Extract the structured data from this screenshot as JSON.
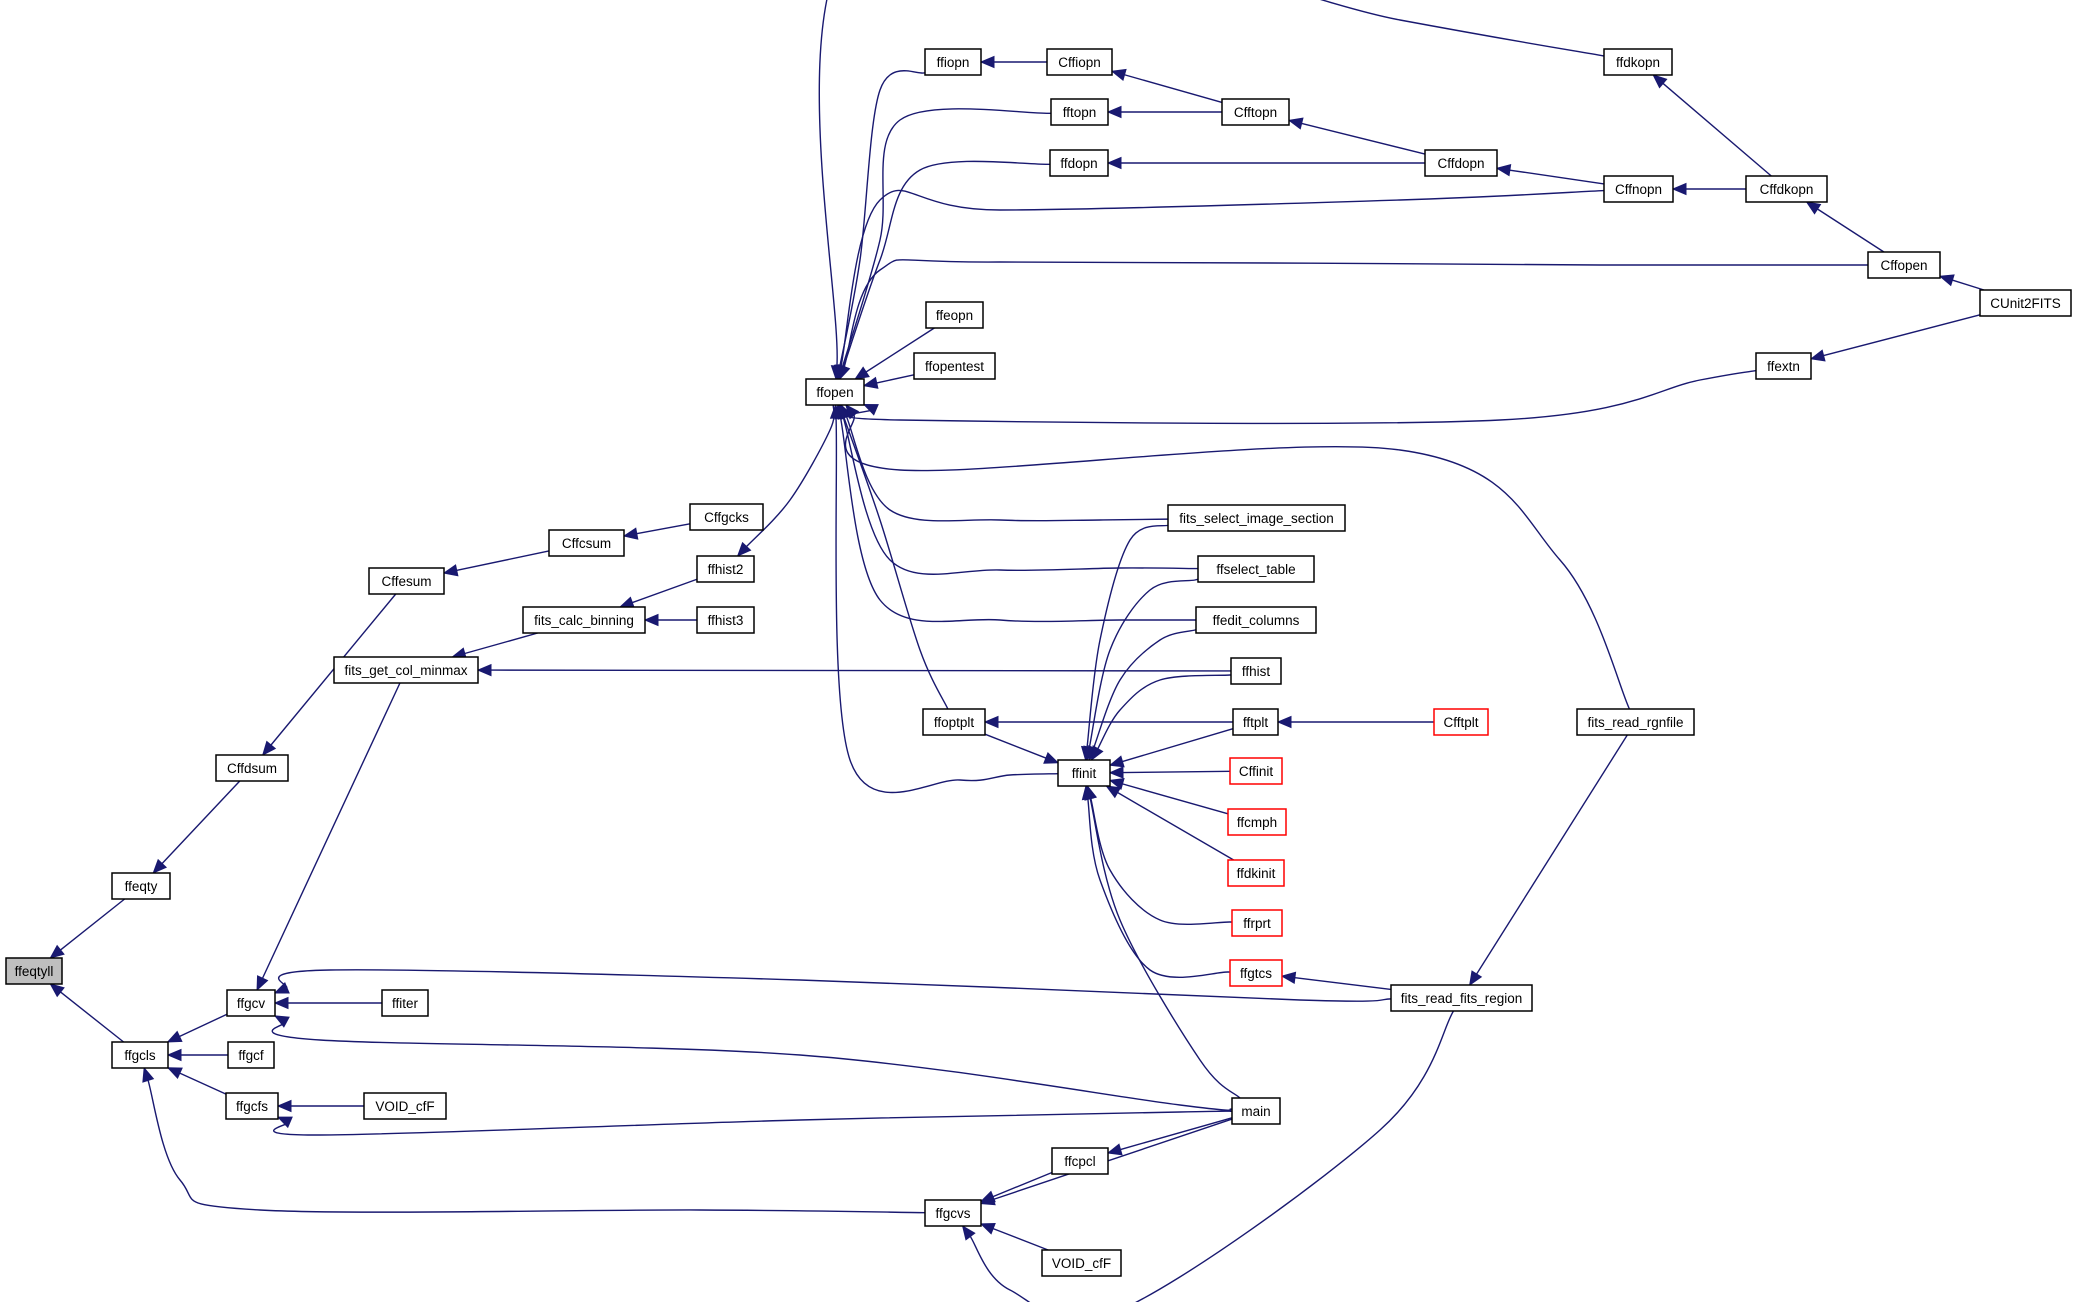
{
  "colors": {
    "edge": "#191970",
    "node_border": "#000000",
    "truncated_border": "#ff0000",
    "current_fill": "#bfbfbf",
    "background": "#ffffff"
  },
  "nodes": {
    "ffeqtyll": {
      "label": "ffeqtyll",
      "current": true
    },
    "ffeqty": {
      "label": "ffeqty"
    },
    "ffgcls": {
      "label": "ffgcls"
    },
    "cffdsum": {
      "label": "Cffdsum"
    },
    "cffesum": {
      "label": "Cffesum"
    },
    "cffcsum": {
      "label": "Cffcsum"
    },
    "cffgcks": {
      "label": "Cffgcks"
    },
    "fits_get_col_minmax": {
      "label": "fits_get_col_minmax"
    },
    "fits_calc_binning": {
      "label": "fits_calc_binning"
    },
    "ffhist2": {
      "label": "ffhist2"
    },
    "ffhist3": {
      "label": "ffhist3"
    },
    "ffgcv": {
      "label": "ffgcv"
    },
    "ffgcf": {
      "label": "ffgcf"
    },
    "ffgcfs": {
      "label": "ffgcfs"
    },
    "ffiter": {
      "label": "ffiter"
    },
    "void_cff_1": {
      "label": "VOID_cfF"
    },
    "ffgcvs": {
      "label": "ffgcvs"
    },
    "void_cff_2": {
      "label": "VOID_cfF"
    },
    "ffcpcl": {
      "label": "ffcpcl"
    },
    "main": {
      "label": "main"
    },
    "ffopen": {
      "label": "ffopen"
    },
    "ffiopn": {
      "label": "ffiopn"
    },
    "cffiopn": {
      "label": "Cffiopn"
    },
    "fftopn": {
      "label": "fftopn"
    },
    "cfftopn": {
      "label": "Cfftopn"
    },
    "ffdopn": {
      "label": "ffdopn"
    },
    "cffdopn": {
      "label": "Cffdopn"
    },
    "ffeopn": {
      "label": "ffeopn"
    },
    "ffopentest": {
      "label": "ffopentest"
    },
    "ffdkopn": {
      "label": "ffdkopn"
    },
    "cffnopn": {
      "label": "Cffnopn"
    },
    "cffdkopn": {
      "label": "Cffdkopn"
    },
    "cffopen": {
      "label": "Cffopen"
    },
    "cunit2fits": {
      "label": "CUnit2FITS"
    },
    "ffextn": {
      "label": "ffextn"
    },
    "fits_select_image_section": {
      "label": "fits_select_image_section"
    },
    "ffselect_table": {
      "label": "ffselect_table"
    },
    "ffedit_columns": {
      "label": "ffedit_columns"
    },
    "ffhist": {
      "label": "ffhist"
    },
    "ffoptplt": {
      "label": "ffoptplt"
    },
    "ffinit": {
      "label": "ffinit"
    },
    "fftplt": {
      "label": "fftplt"
    },
    "cfftplt": {
      "label": "Cfftplt",
      "truncated": true
    },
    "cffinit": {
      "label": "Cffinit",
      "truncated": true
    },
    "ffcmph": {
      "label": "ffcmph",
      "truncated": true
    },
    "ffdkinit": {
      "label": "ffdkinit",
      "truncated": true
    },
    "ffrprt": {
      "label": "ffrprt",
      "truncated": true
    },
    "ffgtcs": {
      "label": "ffgtcs",
      "truncated": true
    },
    "fits_read_fits_region": {
      "label": "fits_read_fits_region"
    },
    "fits_read_rgnfile": {
      "label": "fits_read_rgnfile"
    }
  },
  "edges": [
    [
      "ffeqtyll",
      "ffeqty"
    ],
    [
      "ffeqtyll",
      "ffgcls"
    ],
    [
      "ffeqty",
      "cffdsum"
    ],
    [
      "cffdsum",
      "cffesum"
    ],
    [
      "cffesum",
      "cffcsum"
    ],
    [
      "cffcsum",
      "cffgcks"
    ],
    [
      "ffgcls",
      "ffgcv"
    ],
    [
      "ffgcls",
      "ffgcf"
    ],
    [
      "ffgcls",
      "ffgcfs"
    ],
    [
      "ffgcls",
      "ffgcvs"
    ],
    [
      "ffgcv",
      "fits_get_col_minmax"
    ],
    [
      "ffgcv",
      "ffiter"
    ],
    [
      "ffgcv",
      "fits_read_fits_region"
    ],
    [
      "ffgcv",
      "main"
    ],
    [
      "ffgcfs",
      "void_cff_1"
    ],
    [
      "ffgcfs",
      "main"
    ],
    [
      "fits_get_col_minmax",
      "fits_calc_binning"
    ],
    [
      "fits_get_col_minmax",
      "ffhist"
    ],
    [
      "fits_calc_binning",
      "ffhist2"
    ],
    [
      "fits_calc_binning",
      "ffhist3"
    ],
    [
      "ffhist2",
      "ffopen"
    ],
    [
      "ffgcvs",
      "ffcpcl"
    ],
    [
      "ffgcvs",
      "main"
    ],
    [
      "ffgcvs",
      "void_cff_2"
    ],
    [
      "ffgcvs",
      "fits_read_fits_region"
    ],
    [
      "ffcpcl",
      "main"
    ],
    [
      "ffopen",
      "ffiopn"
    ],
    [
      "ffopen",
      "fftopn"
    ],
    [
      "ffopen",
      "ffdopn"
    ],
    [
      "ffopen",
      "ffdkopn"
    ],
    [
      "ffopen",
      "cffnopn"
    ],
    [
      "ffopen",
      "cffopen"
    ],
    [
      "ffopen",
      "ffeopn"
    ],
    [
      "ffopen",
      "ffopentest"
    ],
    [
      "ffopen",
      "ffextn"
    ],
    [
      "ffopen",
      "fits_read_rgnfile"
    ],
    [
      "ffopen",
      "fits_select_image_section"
    ],
    [
      "ffopen",
      "ffselect_table"
    ],
    [
      "ffopen",
      "ffedit_columns"
    ],
    [
      "ffopen",
      "ffoptplt"
    ],
    [
      "ffopen",
      "ffinit"
    ],
    [
      "ffiopn",
      "cffiopn"
    ],
    [
      "cffiopn",
      "cfftopn"
    ],
    [
      "fftopn",
      "cfftopn"
    ],
    [
      "cfftopn",
      "cffdopn"
    ],
    [
      "ffdopn",
      "cffdopn"
    ],
    [
      "cffdopn",
      "cffnopn"
    ],
    [
      "cffnopn",
      "cffdkopn"
    ],
    [
      "ffdkopn",
      "cffdkopn"
    ],
    [
      "cffdkopn",
      "cffopen"
    ],
    [
      "cffopen",
      "cunit2fits"
    ],
    [
      "ffextn",
      "cunit2fits"
    ],
    [
      "ffoptplt",
      "fftplt"
    ],
    [
      "ffinit",
      "ffoptplt"
    ],
    [
      "ffinit",
      "fits_select_image_section"
    ],
    [
      "ffinit",
      "ffselect_table"
    ],
    [
      "ffinit",
      "ffedit_columns"
    ],
    [
      "ffinit",
      "ffhist"
    ],
    [
      "ffinit",
      "fftplt"
    ],
    [
      "ffinit",
      "cffinit"
    ],
    [
      "ffinit",
      "ffcmph"
    ],
    [
      "ffinit",
      "ffdkinit"
    ],
    [
      "ffinit",
      "ffrprt"
    ],
    [
      "ffinit",
      "ffgtcs"
    ],
    [
      "ffinit",
      "main"
    ],
    [
      "fftplt",
      "cfftplt"
    ],
    [
      "ffgtcs",
      "fits_read_fits_region"
    ],
    [
      "fits_read_fits_region",
      "fits_read_rgnfile"
    ]
  ]
}
